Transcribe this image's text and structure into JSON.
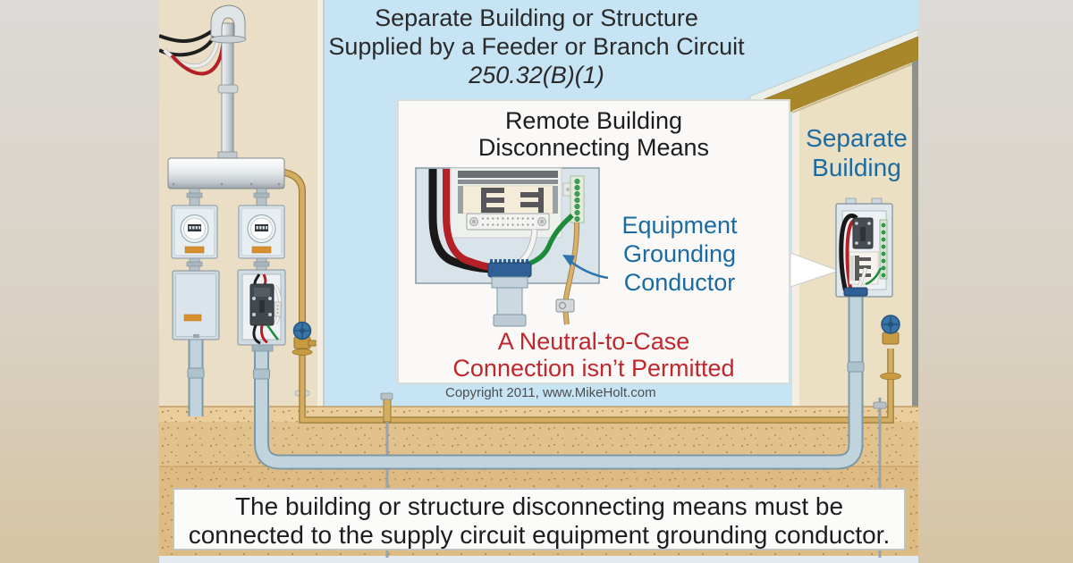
{
  "header": {
    "title_line1": "Separate Building or Structure",
    "title_line2": "Supplied by a Feeder or Branch Circuit",
    "code_ref": "250.32(B)(1)"
  },
  "inset_panel": {
    "heading_line1": "Remote Building",
    "heading_line2": "Disconnecting Means",
    "egc_label": "Equipment Grounding Conductor",
    "warning_line1": "A Neutral-to-Case",
    "warning_line2": "Connection isn’t Permitted",
    "copyright": "Copyright 2011, www.MikeHolt.com"
  },
  "right_building": {
    "label_line1": "Separate",
    "label_line2": "Building"
  },
  "caption": {
    "line1": "The building or structure disconnecting means must be",
    "line2": "connected to the supply circuit equipment grounding conductor."
  },
  "colors": {
    "sky_blue": "#c7e4f5",
    "label_blue": "#1b6ba3",
    "warning_red": "#c0272d",
    "wall_tan": "#eadfc6",
    "ground_tan": "#e2c28c",
    "roof_gold": "#a8872b",
    "conduit_gray": "#c1d4de",
    "egc_green": "#1d8a3c"
  }
}
